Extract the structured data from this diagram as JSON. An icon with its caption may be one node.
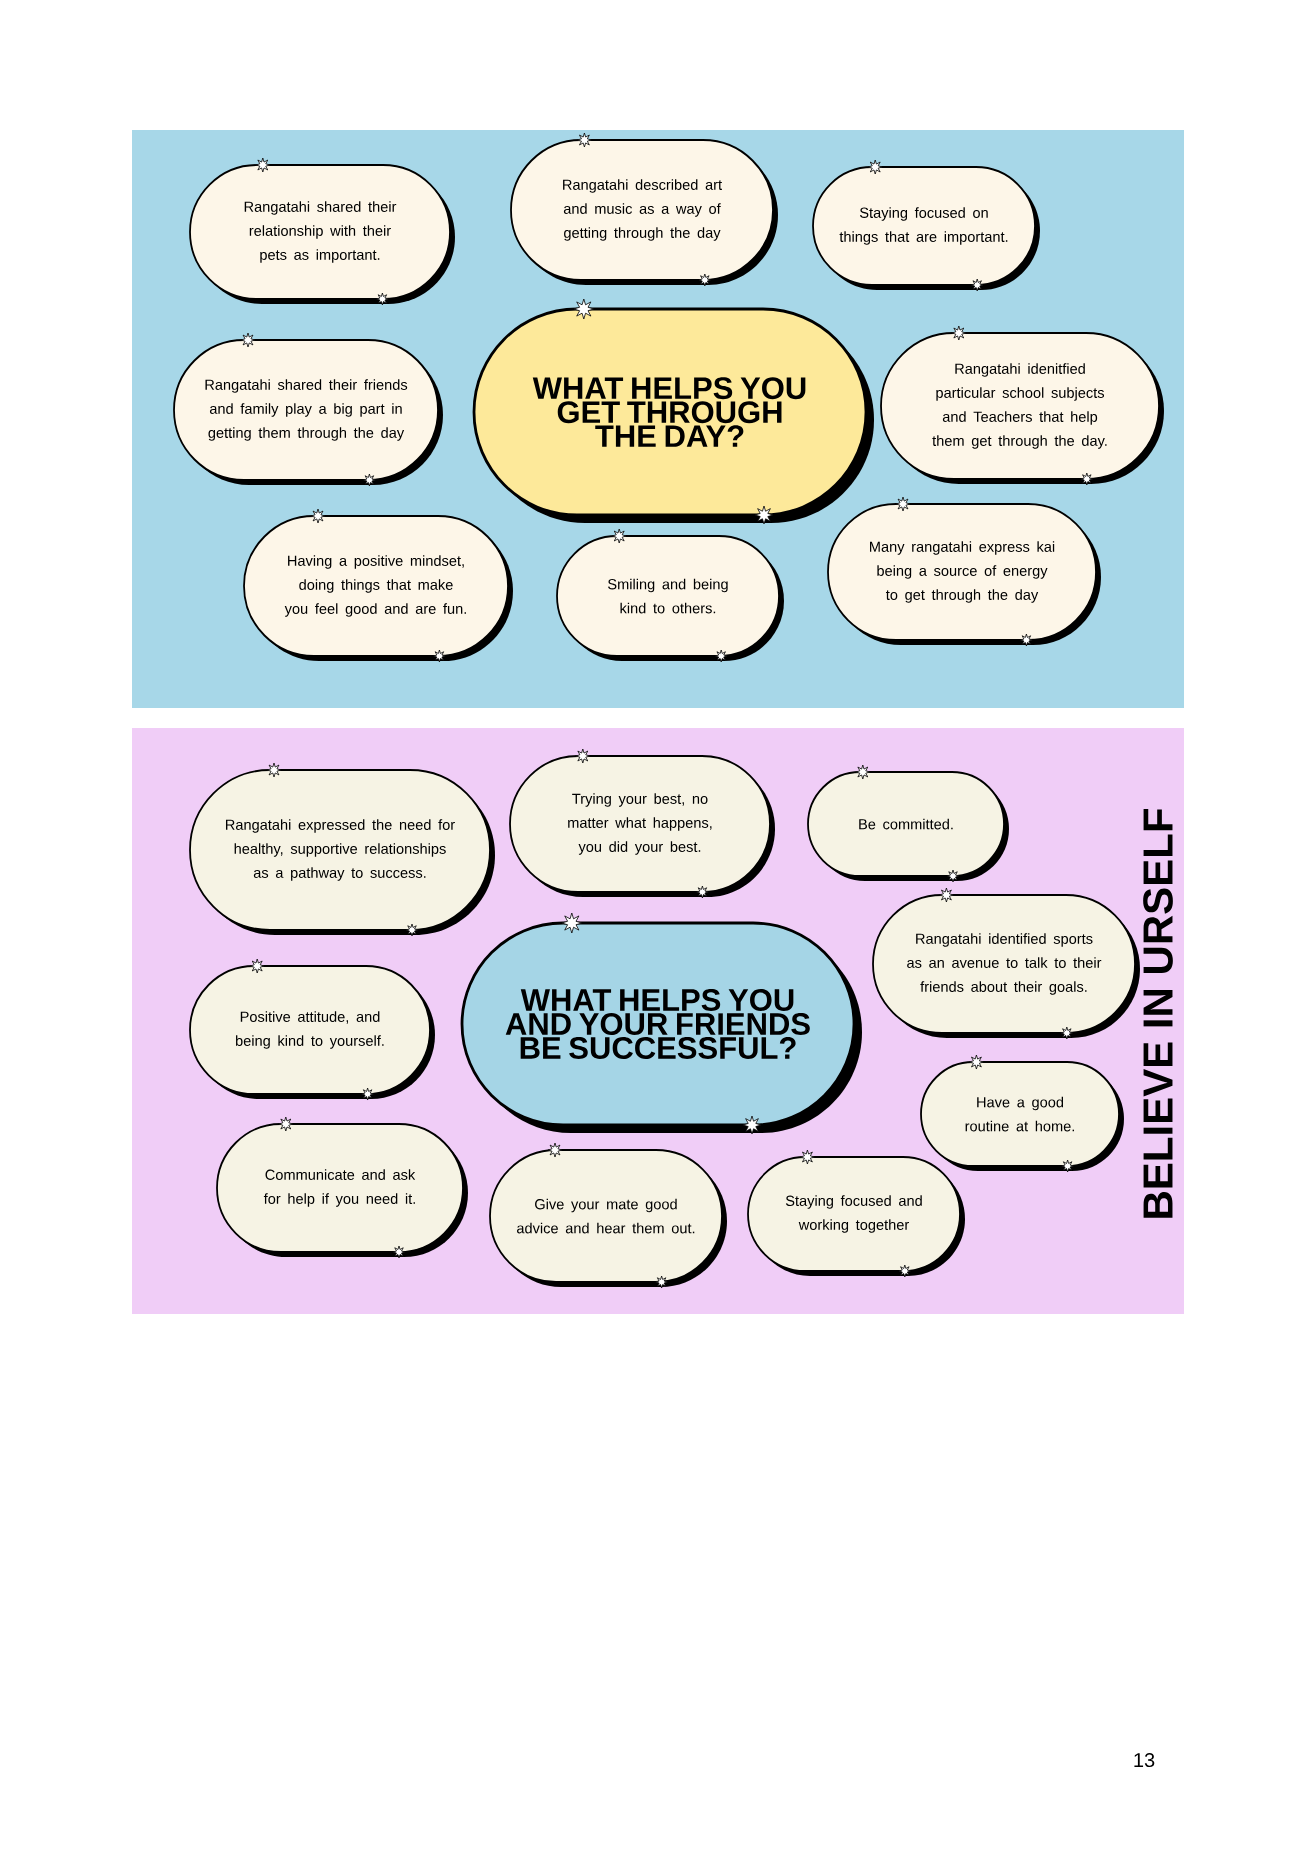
{
  "diagram": {
    "nodes": [
      {
        "text": [
          "WHAT HELPS YOU GET THROUGH THE DAY?"
        ]
      },
      {
        "text": [
          "Rangatahi shared their relationship with their pets as important."
        ]
      },
      {
        "text": [
          "Rangatahi described art and music as a way of getting through the day"
        ]
      },
      {
        "text": [
          "Staying focused on things that are important."
        ]
      },
      {
        "text": [
          "Rangatahi shared their friends and family play a big part in getting them through the day"
        ]
      },
      {
        "text": [
          "Rangatahi idenitfied particular school subjects and Teachers that help them get through the day."
        ]
      },
      {
        "text": [
          "Having a positive mindset, doing things that make you feel good and are fun."
        ]
      },
      {
        "text": [
          "Smiling and being kind to others."
        ]
      },
      {
        "text": [
          "Many rangatahi express kai being a source of energy to get through the day"
        ]
      },
      {
        "text": [
          "WHAT HELPS YOU AND YOUR FRIENDS BE SUCCESSFUL?"
        ]
      },
      {
        "text": [
          "Rangatahi expressed the need for healthy, supportive relationships as a pathway to success."
        ]
      },
      {
        "text": [
          "Trying your best, no matter what happens, you did your best."
        ]
      },
      {
        "text": [
          "Be committed."
        ]
      },
      {
        "text": [
          "Rangatahi identified sports as an avenue to talk to their friends about their goals."
        ]
      },
      {
        "text": [
          "Positive attitude, and being kind to yourself."
        ]
      },
      {
        "text": [
          "Have a good routine at home."
        ]
      },
      {
        "text": [
          "Communicate and ask for help if you need it."
        ]
      },
      {
        "text": [
          "Give your mate good advice and hear them out."
        ]
      },
      {
        "text": [
          "Staying focused and working together"
        ]
      }
    ],
    "labels": [
      "BELIEVE IN URSELF",
      "13"
    ]
  }
}
